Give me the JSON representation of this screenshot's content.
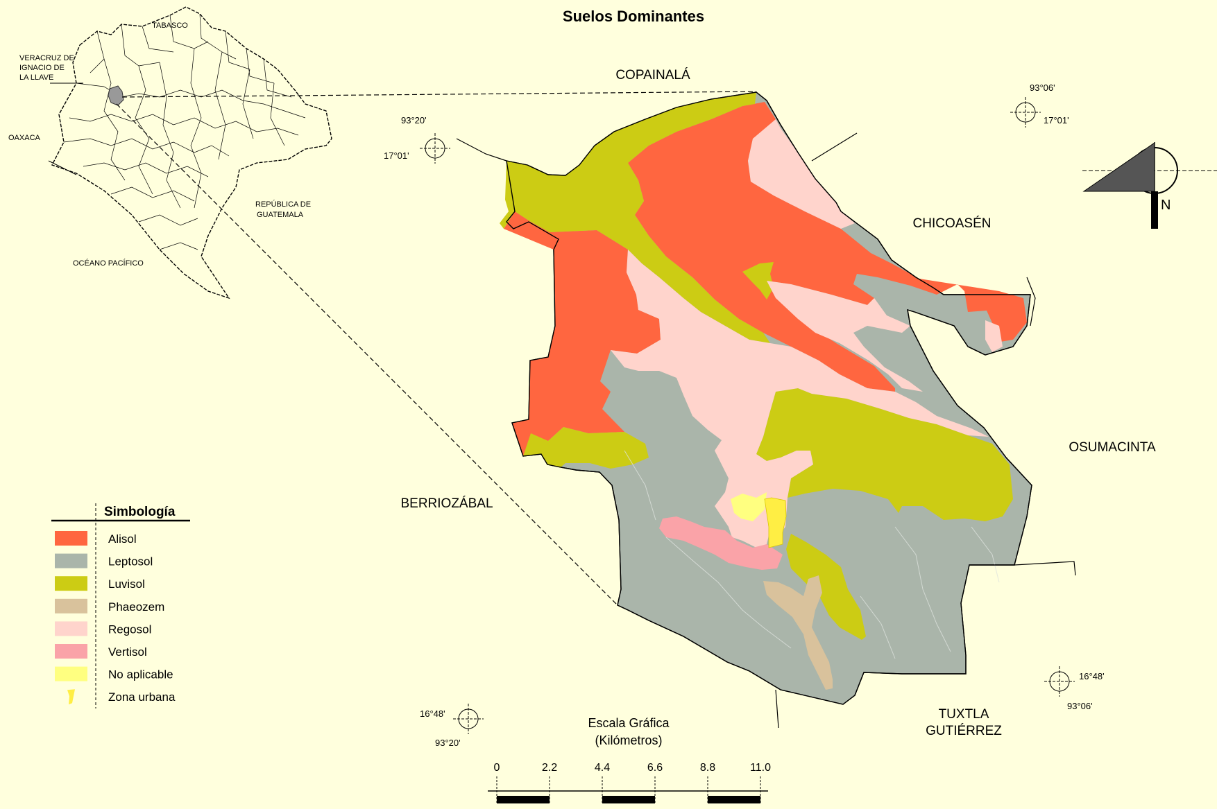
{
  "title": "Suelos Dominantes",
  "inset": {
    "labels": [
      "TABASCO",
      "VERACRUZ DE",
      "IGNACIO DE",
      "LA LLAVE",
      "OAXACA",
      "REPÚBLICA DE",
      "GUATEMALA",
      "OCÉANO PACÍFICO"
    ]
  },
  "neighbors": {
    "north": "COPAINALÁ",
    "east": "CHICOASÉN",
    "southeast": "OSUMACINTA",
    "west": "BERRIOZÁBAL",
    "south_1": "TUXTLA",
    "south_2": "GUTIÉRREZ"
  },
  "coords": {
    "nw_lon": "93°20'",
    "nw_lat": "17°01'",
    "ne_lon": "93°06'",
    "ne_lat": "17°01'",
    "sw_lat": "16°48'",
    "sw_lon": "93°20'",
    "se_lat": "16°48'",
    "se_lon": "93°06'"
  },
  "north_label": "N",
  "legend": {
    "title": "Simbología",
    "items": [
      {
        "label": "Alisol",
        "color": "#FF6640"
      },
      {
        "label": "Leptosol",
        "color": "#AAB5AA"
      },
      {
        "label": "Luvisol",
        "color": "#CCCC14"
      },
      {
        "label": "Phaeozem",
        "color": "#D9C29C"
      },
      {
        "label": "Regosol",
        "color": "#FFD4CC"
      },
      {
        "label": "Vertisol",
        "color": "#FAA3A8"
      },
      {
        "label": "No aplicable",
        "color": "#FFFF80"
      },
      {
        "label": "Zona urbana",
        "color": "#FFEE44"
      }
    ]
  },
  "scale": {
    "title_1": "Escala Gráfica",
    "title_2": "(Kilómetros)",
    "ticks": [
      "0",
      "2.2",
      "4.4",
      "6.6",
      "8.8",
      "11.0"
    ]
  }
}
